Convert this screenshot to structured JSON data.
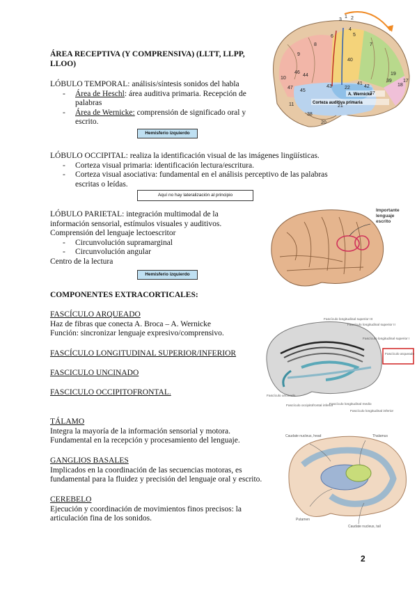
{
  "receptive": {
    "heading": "ÁREA RECEPTIVA (Y COMPRENSIVA) (LLTT, LLPP, LLOO)"
  },
  "temporal": {
    "title": "LÓBULO TEMPORAL",
    "desc": ": análisis/síntesis sonidos del habla",
    "items": [
      {
        "term": "Área de Heschl",
        "text": ": área auditiva primaria. Recepción de palabras"
      },
      {
        "term": "Área de Wernicke:",
        "text": " comprensión de significado oral y escrito."
      }
    ],
    "tag": "Hemisferio izquierdo"
  },
  "occipital": {
    "title": "LÓBULO OCCIPITAL",
    "desc": ": realiza la identificación visual de las imágenes lingüísticas.",
    "items": [
      "Corteza visual primaria: identificación lectura/escritura.",
      "Corteza visual asociativa: fundamental en el análisis perceptivo de las palabras escritas o leídas."
    ],
    "tag": "Aquí no hay lateralización al principio"
  },
  "parietal": {
    "title": "LÓBULO PARIETAL",
    "desc": ": integración multimodal de la información sensorial, estímulos visuales y auditivos.",
    "line2": "Comprensión del lenguaje lectoescritor",
    "items": [
      "Circunvolución supramarginal",
      "Circunvolución angular"
    ],
    "line3": "Centro de la lectura",
    "tag": "Hemisferio izquierdo"
  },
  "extracortical": {
    "heading": "COMPONENTES EXTRACORTICALES:"
  },
  "arqueado": {
    "title": "FASCÍCULO ARQUEADO",
    "line1": "Haz de fibras que conecta A. Broca – A. Wernicke",
    "line2": "Función: sincronizar lenguaje expresivo/comprensivo."
  },
  "fasciculi": [
    "FASCÍCULO LONGITUDINAL SUPERIOR/INFERIOR",
    "FASCICULO UNCINADO",
    "FASCICULO OCCIPITOFRONTAL."
  ],
  "talamo": {
    "title": "TÁLAMO",
    "line1": "Integra la mayoría de la información sensorial y motora.",
    "line2": "Fundamental en la recepción y procesamiento del lenguaje."
  },
  "ganglios": {
    "title": "GANGLIOS BASALES",
    "line1": "Implicados en la coordinación de las secuencias motoras, es",
    "line2": "fundamental para la fluidez y precisión del lenguaje oral y escrito."
  },
  "cerebelo": {
    "title": "CEREBELO",
    "line1": "Ejecución y coordinación de movimientos finos precisos: la",
    "line2": "articulación fina de los sonidos."
  },
  "page_number": "2",
  "figures": {
    "brodmann": {
      "numbers": [
        "3",
        "1",
        "2",
        "4",
        "5",
        "6",
        "7",
        "8",
        "9",
        "10",
        "11",
        "17",
        "18",
        "19",
        "20",
        "21",
        "22",
        "37",
        "38",
        "39",
        "40",
        "41",
        "42",
        "43",
        "44",
        "45",
        "46",
        "47"
      ],
      "labels": [
        "A. Wernicke",
        "Corteza auditiva primaria"
      ]
    },
    "parietal_brain": {
      "caption": "Importante lenguaje escrito"
    },
    "fascicles": {
      "labels": [
        "Fascículo longitudinal superior III",
        "Fascículo longitudinal superior II",
        "Fascículo longitudinal superior I",
        "Fascículo arqueado",
        "Fascículo uncinado",
        "Fascículo occipitofrontal inferior",
        "Fascículo longitudinal medio",
        "Fascículo longitudinal inferior"
      ]
    },
    "basal": {
      "labels": [
        "Caudate nucleus, head",
        "Thalamus",
        "Putamen",
        "Caudate nucleus, tail"
      ]
    }
  }
}
